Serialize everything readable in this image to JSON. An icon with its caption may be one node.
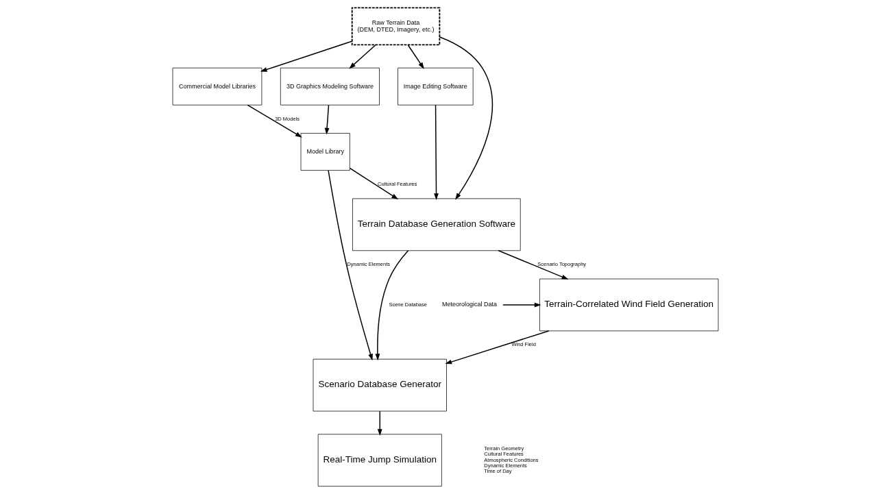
{
  "diagram": {
    "nodes": [
      {
        "text": [
          "Commercial Model Libraries"
        ]
      },
      {
        "text": [
          "3D Graphics Modeling Software"
        ]
      },
      {
        "text": [
          "Image Editing Software"
        ]
      },
      {
        "text": [
          "Raw Terrain Data",
          "(DEM, DTED, Imagery, etc.)"
        ]
      },
      {
        "text": [
          "Model Library"
        ]
      },
      {
        "text": [
          "Terrain Database Generation Software"
        ]
      },
      {
        "text": [
          "Terrain-Correlated Wind Field Generation"
        ]
      },
      {
        "text": [
          "Scenario Database Generator"
        ]
      },
      {
        "text": [
          "Real-Time Jump Simulation"
        ]
      },
      {
        "text": [
          "Meteorological Data"
        ]
      }
    ],
    "edges": [
      {
        "from": 3,
        "to": 0,
        "arrow": "to"
      },
      {
        "from": 3,
        "to": 1,
        "arrow": "to"
      },
      {
        "from": 3,
        "to": 2,
        "arrow": "to"
      },
      {
        "from": 3,
        "to": 5,
        "arrow": "to"
      },
      {
        "from": 0,
        "to": 4,
        "arrow": "to",
        "label": "3D Models"
      },
      {
        "from": 1,
        "to": 4,
        "arrow": "to"
      },
      {
        "from": 2,
        "to": 5,
        "arrow": "to"
      },
      {
        "from": 4,
        "to": 5,
        "arrow": "to",
        "label": "Cultural Features"
      },
      {
        "from": 4,
        "to": 7,
        "arrow": "to",
        "label": "Dynamic Elements"
      },
      {
        "from": 5,
        "to": 6,
        "arrow": "to",
        "label": "Scenario Topography"
      },
      {
        "from": 5,
        "to": 7,
        "arrow": "to",
        "label": "Scene Database"
      },
      {
        "from": 6,
        "to": 7,
        "arrow": "to",
        "label": "Wind Field"
      },
      {
        "from": 9,
        "to": 6,
        "arrow": "to"
      },
      {
        "from": 7,
        "to": 8,
        "arrow": "to"
      }
    ],
    "labels": [
      "Terrain Geometry",
      "Cultural Features",
      "Atmospheric Conditions",
      "Dynamic Elements",
      "Time of Day"
    ]
  }
}
